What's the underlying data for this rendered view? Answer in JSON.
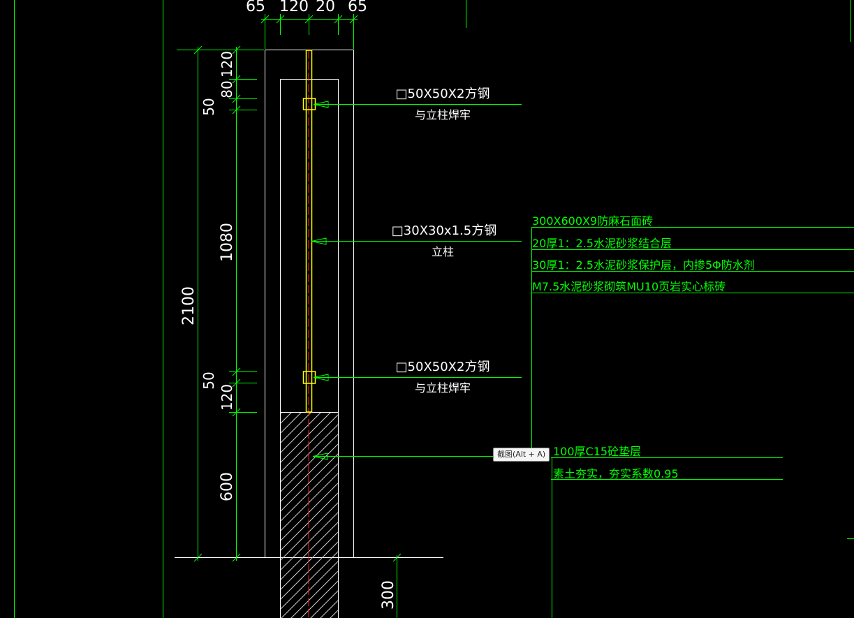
{
  "colors": {
    "background": "#000000",
    "outline": "#ffffff",
    "dimension": "#00ff00",
    "leader": "#00ff00",
    "annotation_text": "#ffffff",
    "layer_text": "#00ff00",
    "steel": "#ffff00",
    "centerline": "#ff2020",
    "grid_line": "#00ff00"
  },
  "dimensions": {
    "top_d1": "65",
    "top_d2": "120",
    "top_d3": "20",
    "top_d4": "65",
    "total_height": "2100",
    "v_120_top": "120",
    "v_80": "80",
    "v_50_top": "50",
    "v_1080": "1080",
    "v_50_bottom": "50",
    "v_120_bottom": "120",
    "v_600": "600",
    "v_300": "300"
  },
  "annotations": {
    "top_tube": {
      "line1": "□50X50X2方钢",
      "line2": "与立柱焊牢"
    },
    "post": {
      "line1": "□30X30x1.5方钢",
      "line2": "立柱"
    },
    "bottom_tube": {
      "line1": "□50X50X2方钢",
      "line2": "与立柱焊牢"
    }
  },
  "layers": {
    "upper": [
      "300X600X9防麻石面砖",
      "20厚1：2.5水泥砂浆结合层",
      "30厚1：2.5水泥砂浆保护层，内掺5Φ防水剂",
      "M7.5水泥砂浆砌筑MU10页岩实心标砖"
    ],
    "lower": [
      "100厚C15砼垫层",
      "素土夯实，夯实系数0.95"
    ]
  },
  "tooltip": {
    "label": "截图(Alt + A)"
  }
}
